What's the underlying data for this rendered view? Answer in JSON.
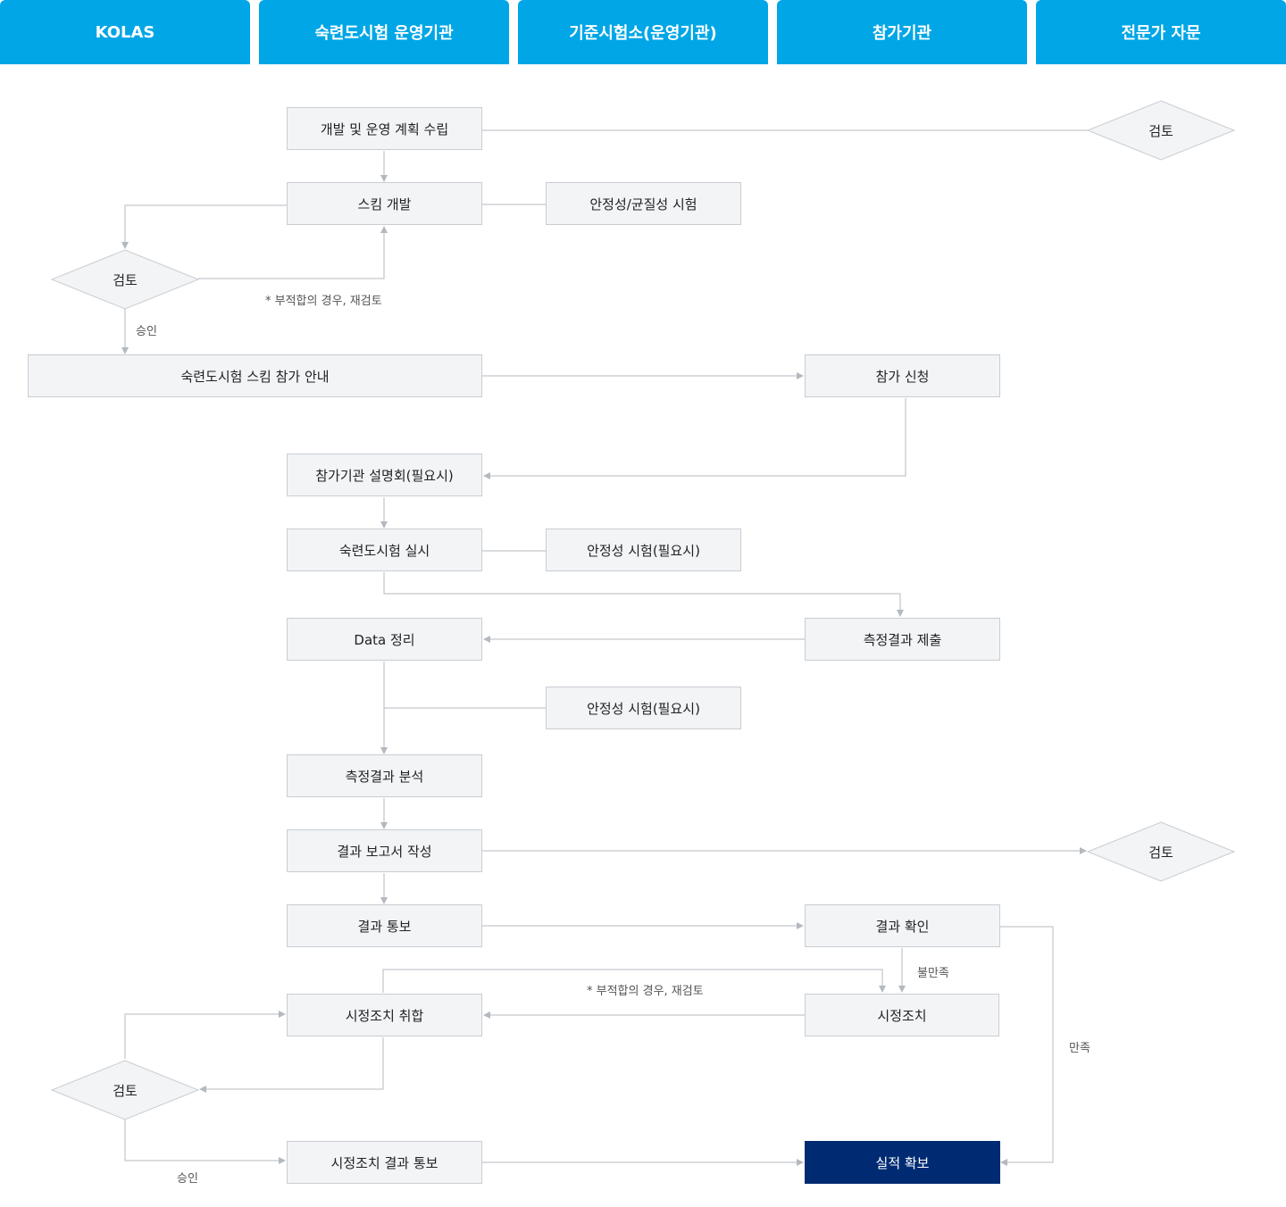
{
  "headers": [
    "KOLAS",
    "숙련도시험 운영기관",
    "기준시험소(운영기관)",
    "참가기관",
    "전문가 자문"
  ],
  "boxes": {
    "plan": "개발 및 운영 계획 수립",
    "scheme_dev": "스킴 개발",
    "stability_homogeneity": "안정성/균질성 시험",
    "scheme_notice": "숙련도시험 스킴 참가 안내",
    "apply": "참가 신청",
    "briefing": "참가기관 설명회(필요시)",
    "conduct": "숙련도시험 실시",
    "stability_1": "안정성 시험(필요시)",
    "data": "Data 정리",
    "submit": "측정결과 제출",
    "stability_2": "안정성 시험(필요시)",
    "analysis": "측정결과 분석",
    "report": "결과 보고서 작성",
    "notify": "결과 통보",
    "confirm": "결과 확인",
    "corrective": "시정조치",
    "collect": "시정조치 취합",
    "corrective_notice": "시정조치 결과 통보",
    "secure": "실적 확보"
  },
  "diamonds": {
    "review_expert_1": "검토",
    "review_kolas_1": "검토",
    "review_expert_2": "검토",
    "review_kolas_2": "검토"
  },
  "labels": {
    "approve_1": "승인",
    "nonconform_1": "* 부적합의 경우, 재검토",
    "dissatisfied": "불만족",
    "nonconform_2": "* 부적합의 경우, 재검토",
    "satisfied": "만족",
    "approve_2": "승인"
  },
  "colors": {
    "header": "#00a6e6",
    "box_fill": "#f2f4f6",
    "box_border": "#c9cdd2",
    "highlight": "#002b73",
    "connector": "#b4b9bf"
  }
}
